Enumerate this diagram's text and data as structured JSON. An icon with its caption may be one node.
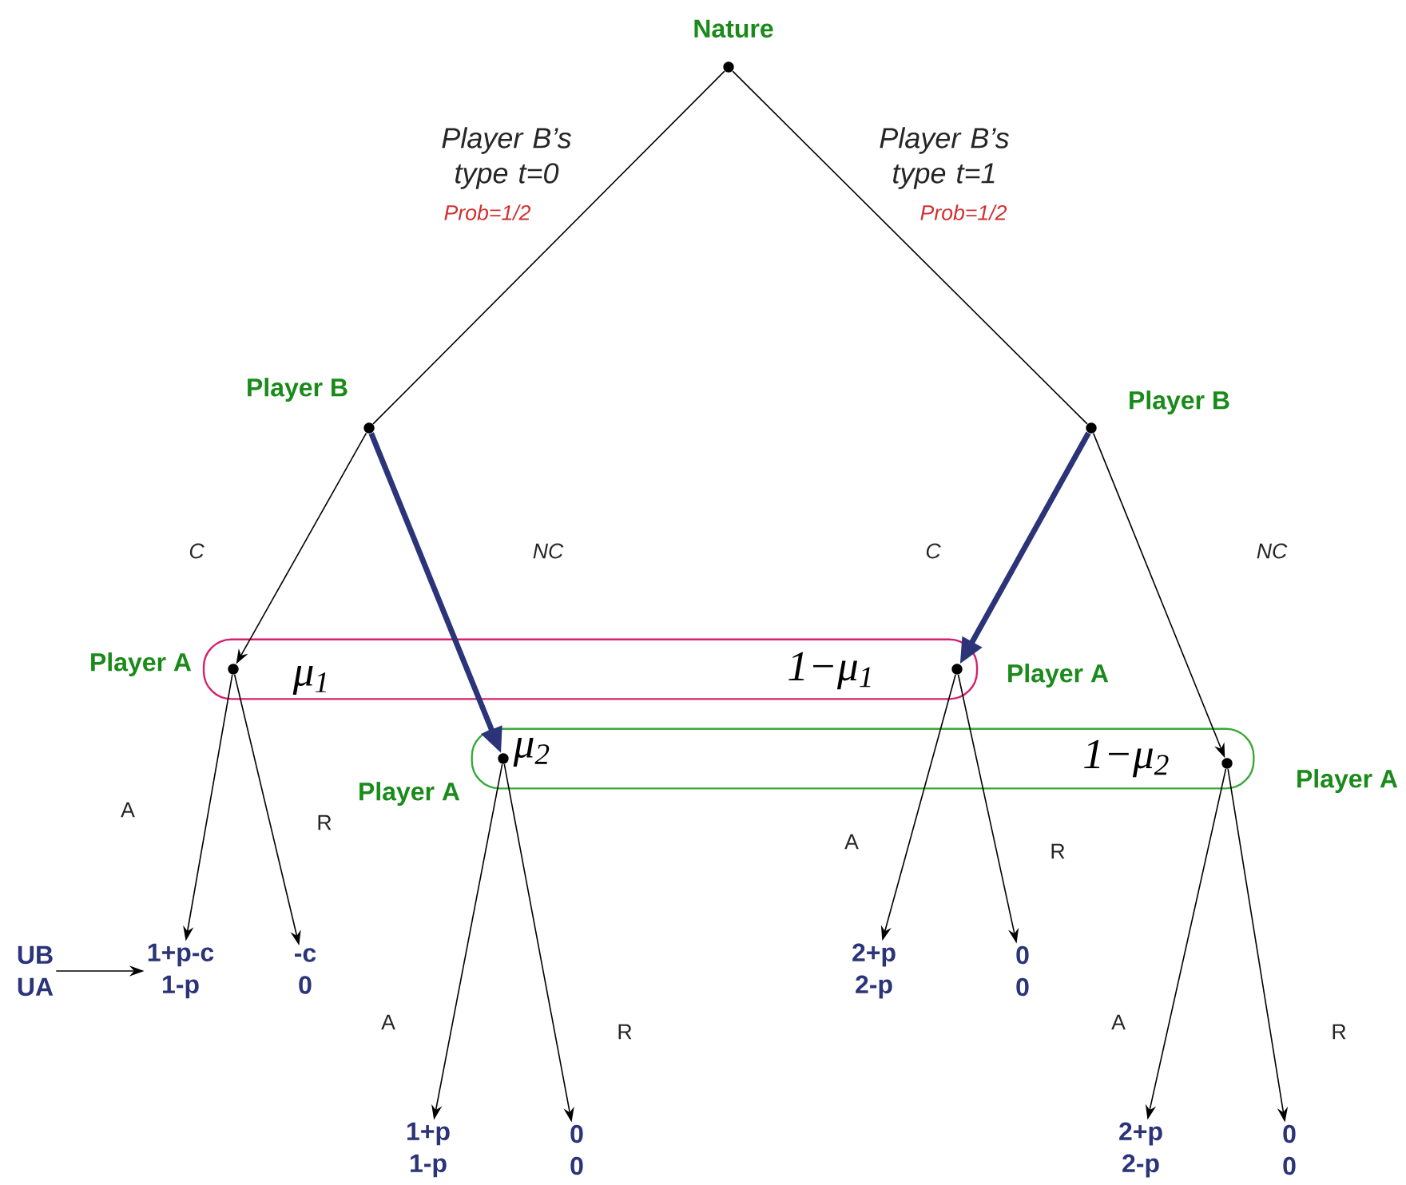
{
  "diagram": {
    "nodes": [
      {
        "text": [],
        "shape": "circle",
        "beside": [
          "Nature"
        ]
      },
      {
        "text": [],
        "shape": "circle",
        "beside": [
          "Player B"
        ]
      },
      {
        "text": [],
        "shape": "circle",
        "beside": [
          "Player B"
        ]
      },
      {
        "text": [
          "μ$_{1}$",
          "1−μ$_{1}$"
        ]
      },
      {
        "text": [],
        "shape": "circle",
        "beside": [
          "Player A"
        ],
        "in": 3
      },
      {
        "text": [],
        "shape": "circle",
        "beside": [
          "Player A"
        ],
        "in": 3
      },
      {
        "text": [
          "μ$_{2}$",
          "1−μ$_{2}$"
        ]
      },
      {
        "text": [],
        "shape": "circle",
        "beside": [
          "Player A"
        ],
        "in": 6
      },
      {
        "text": [],
        "shape": "circle",
        "beside": [
          "Player A"
        ],
        "in": 6
      },
      {
        "text": [
          "1+p-c",
          "1-p"
        ]
      },
      {
        "text": [
          "-c",
          "0"
        ]
      },
      {
        "text": [
          "1+p",
          "1-p"
        ]
      },
      {
        "text": [
          "0",
          "0"
        ]
      },
      {
        "text": [
          "2+p",
          "2-p"
        ]
      },
      {
        "text": [
          "0",
          "0"
        ]
      },
      {
        "text": [
          "2+p",
          "2-p"
        ]
      },
      {
        "text": [
          "0",
          "0"
        ]
      },
      {
        "text": [
          "UB",
          "UA"
        ]
      }
    ],
    "edges": [
      {
        "from": 0,
        "to": 1,
        "arrow": "none",
        "label": "Player B’s type t=0"
      },
      {
        "from": 0,
        "to": 2,
        "arrow": "none",
        "label": "Player B’s type t=1"
      },
      {
        "from": 1,
        "to": 4,
        "arrow": "to",
        "label": "C"
      },
      {
        "from": 1,
        "to": 7,
        "arrow": "to",
        "label": "NC",
        "style": "thick",
        "color": "#2b3479"
      },
      {
        "from": 2,
        "to": 5,
        "arrow": "to",
        "label": "C",
        "style": "thick",
        "color": "#2b3479"
      },
      {
        "from": 2,
        "to": 8,
        "arrow": "to",
        "label": "NC"
      },
      {
        "from": 4,
        "to": 9,
        "arrow": "to",
        "label": "A"
      },
      {
        "from": 4,
        "to": 10,
        "arrow": "to",
        "label": "R"
      },
      {
        "from": 7,
        "to": 11,
        "arrow": "to",
        "label": "A"
      },
      {
        "from": 7,
        "to": 12,
        "arrow": "to",
        "label": "R"
      },
      {
        "from": 5,
        "to": 13,
        "arrow": "to",
        "label": "A"
      },
      {
        "from": 5,
        "to": 14,
        "arrow": "to",
        "label": "R"
      },
      {
        "from": 8,
        "to": 15,
        "arrow": "to",
        "label": "A"
      },
      {
        "from": 8,
        "to": 16,
        "arrow": "to",
        "label": "R"
      },
      {
        "from": 17,
        "to": 9,
        "arrow": "to"
      }
    ],
    "labels": [
      "Prob=1/2",
      "Prob=1/2"
    ]
  }
}
